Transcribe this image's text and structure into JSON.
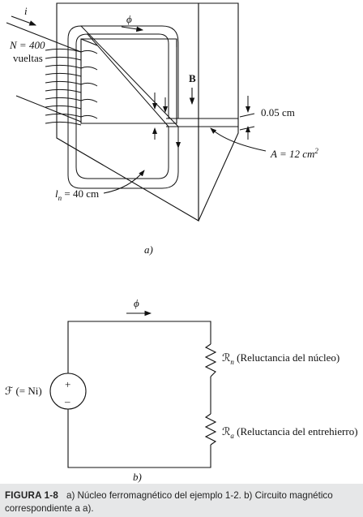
{
  "part_a": {
    "current_label": "i",
    "flux_label": "ϕ",
    "turns_line1": "N = 400",
    "turns_line2": "vueltas",
    "field_label": "B",
    "gap_label": "0.05 cm",
    "area_label": "A = 12 cm",
    "area_exp": "2",
    "length_label_prefix": "l",
    "length_label_sub": "n",
    "length_label_suffix": " = 40 cm",
    "panel_label": "a)"
  },
  "part_b": {
    "flux_label": "ϕ",
    "source_label": "ℱ (= Ni)",
    "plus_sign": "+",
    "minus_sign": "–",
    "core_symbol": "ℛ",
    "core_sub": "n",
    "core_desc": " (Reluctancia del núcleo)",
    "gap_symbol": "ℛ",
    "gap_sub": "a",
    "gap_desc": " (Reluctancia del entrehierro)",
    "panel_label": "b)"
  },
  "caption": {
    "figure_number": "FIGURA 1-8",
    "text_line1": "a) Núcleo ferromagnético del ejemplo 1-2. b) Circuito magnético",
    "text_line2": "correspondiente a a)."
  }
}
